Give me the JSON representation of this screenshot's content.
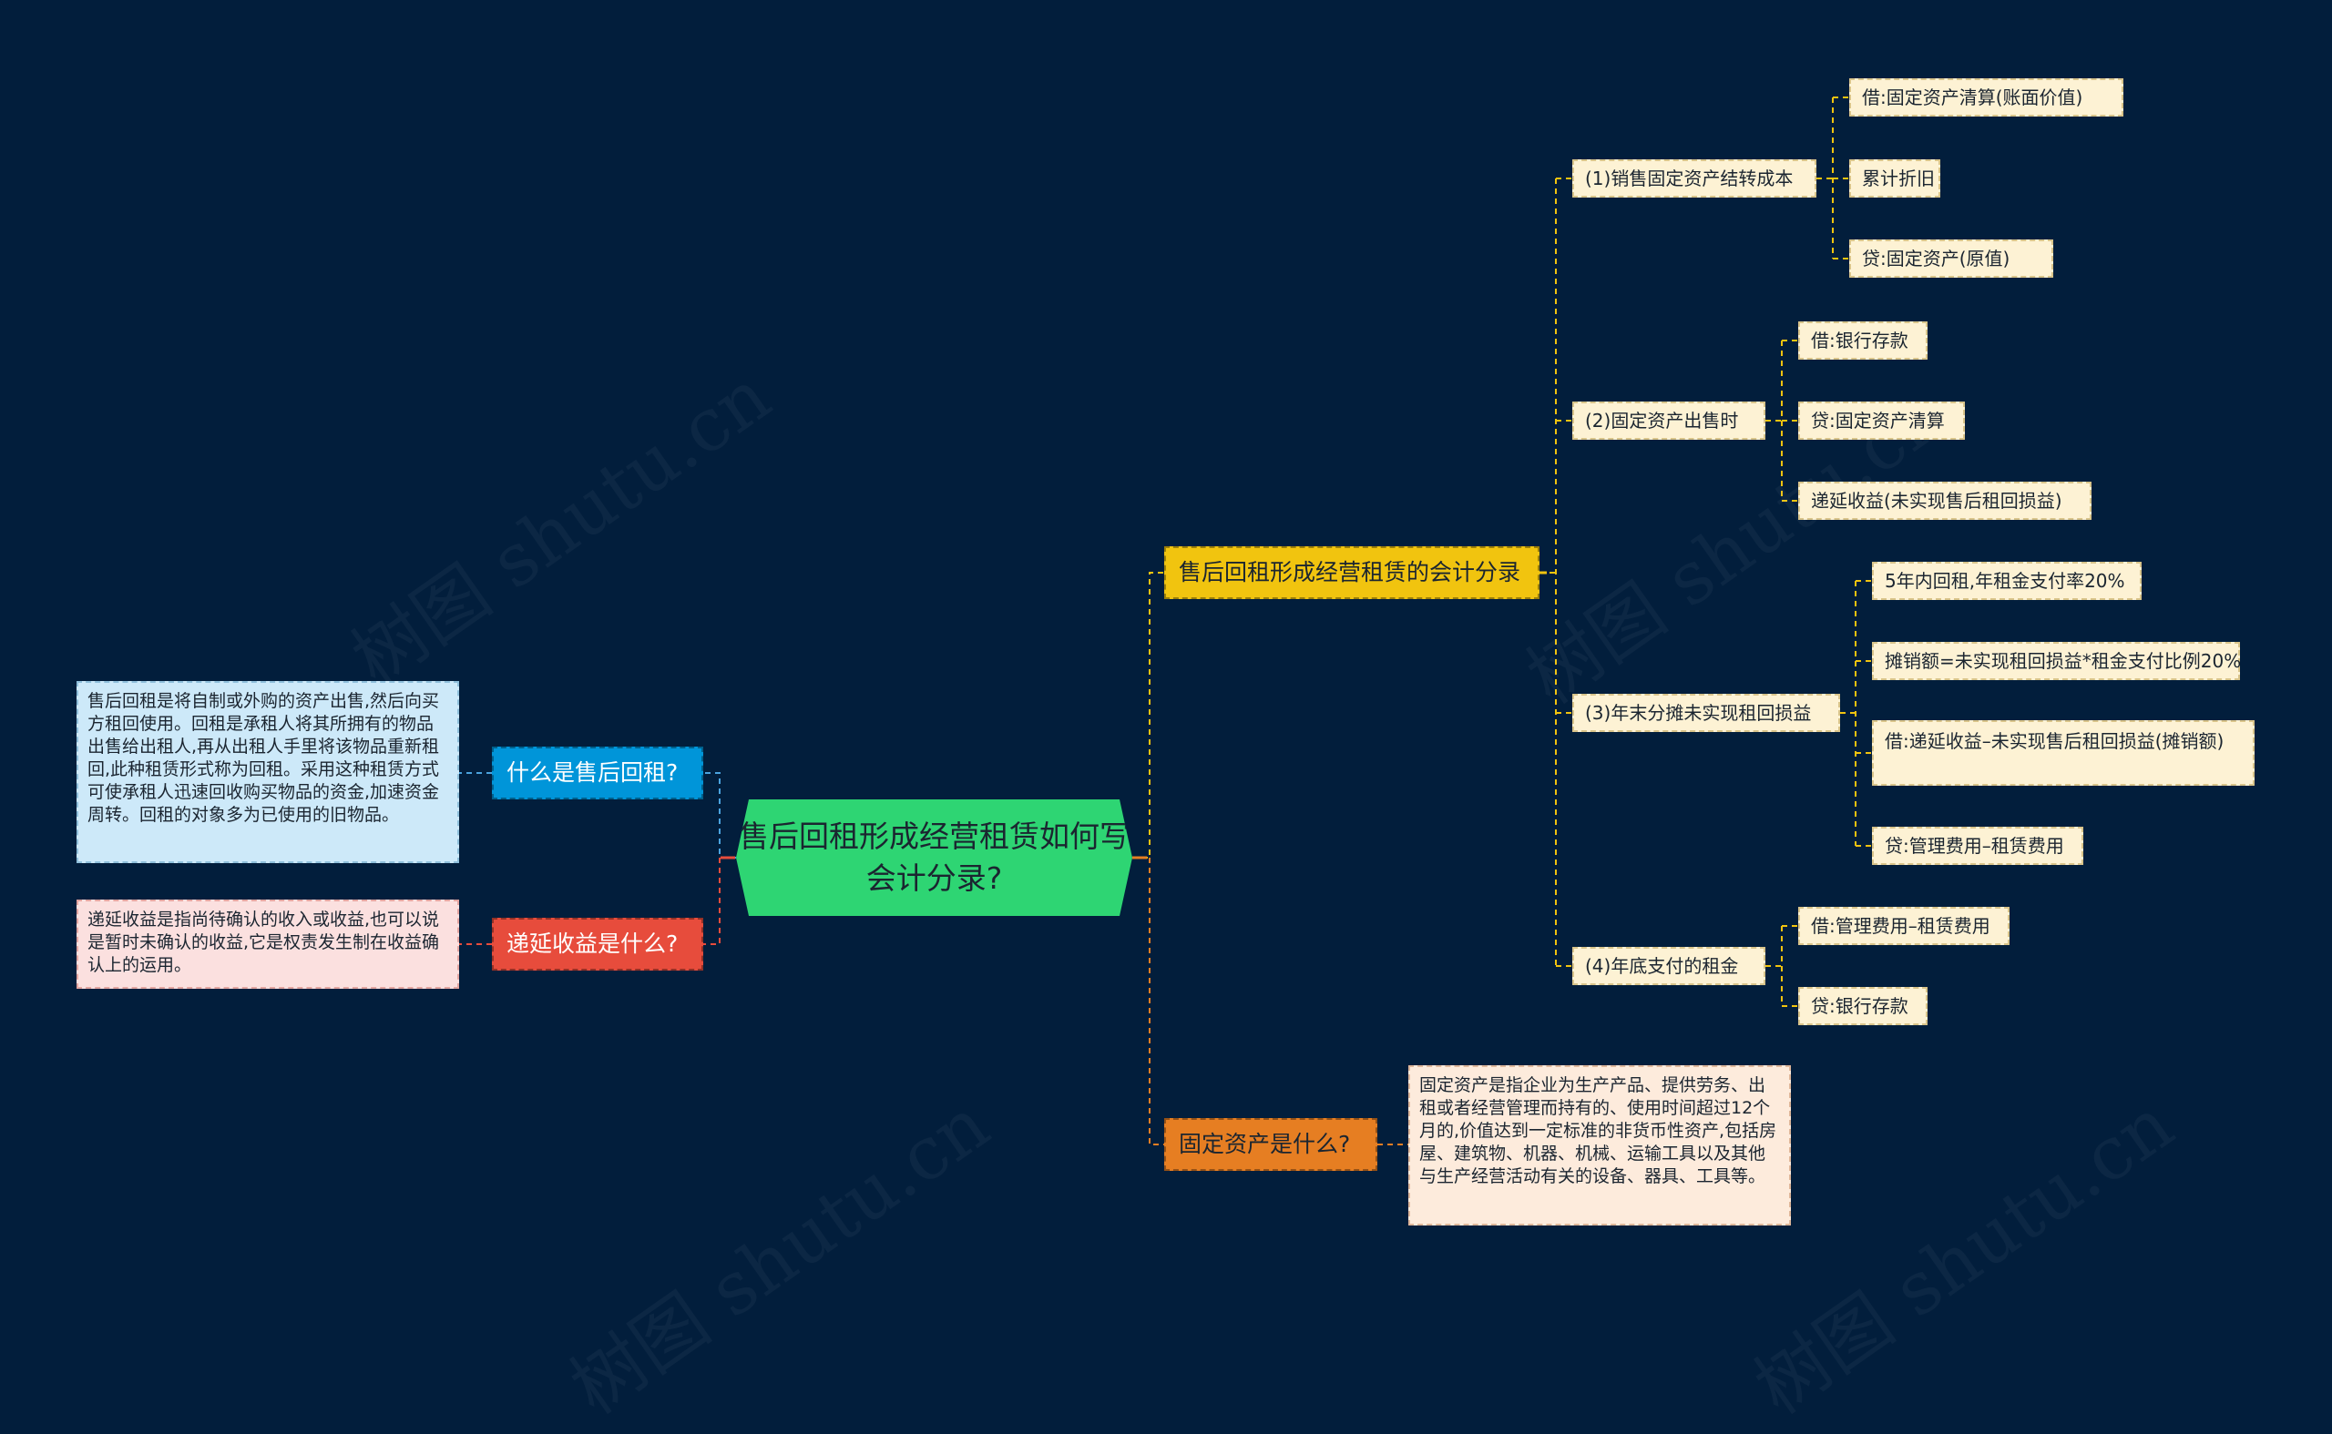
{
  "root": {
    "title": "售后回租形成经营租赁如何写会计分录?"
  },
  "watermark": "树图 shutu.cn",
  "colors": {
    "background": "#021e3c",
    "root": "#2ed573",
    "branch_yellow": "#f1c40f",
    "branch_orange": "#e67e22",
    "branch_blue": "#0095d9",
    "branch_red": "#e74c3c",
    "leaf": "#fdf2d4"
  },
  "right": {
    "entries": {
      "label": "售后回租形成经营租赁的会计分录",
      "groups": [
        {
          "label": "(1)销售固定资产结转成本",
          "items": [
            "借:固定资产清算(账面价值)",
            "累计折旧",
            "贷:固定资产(原值)"
          ]
        },
        {
          "label": "(2)固定资产出售时",
          "items": [
            "借:银行存款",
            "贷:固定资产清算",
            "递延收益(未实现售后租回损益)"
          ]
        },
        {
          "label": "(3)年末分摊未实现租回损益",
          "items": [
            "5年内回租,年租金支付率20%",
            "摊销额=未实现租回损益*租金支付比例20%",
            "借:递延收益–未实现售后租回损益(摊销额)",
            "贷:管理费用–租赁费用"
          ]
        },
        {
          "label": "(4)年底支付的租金",
          "items": [
            "借:管理费用–租赁费用",
            "贷:银行存款"
          ]
        }
      ]
    },
    "fixed_asset": {
      "label": "固定资产是什么?",
      "note": "固定资产是指企业为生产产品、提供劳务、出租或者经营管理而持有的、使用时间超过12个月的,价值达到一定标准的非货币性资产,包括房屋、建筑物、机器、机械、运输工具以及其他与生产经营活动有关的设备、器具、工具等。"
    }
  },
  "left": {
    "leaseback": {
      "label": "什么是售后回租?",
      "note": "售后回租是将自制或外购的资产出售,然后向买方租回使用。回租是承租人将其所拥有的物品出售给出租人,再从出租人手里将该物品重新租回,此种租赁形式称为回租。采用这种租赁方式可使承租人迅速回收购买物品的资金,加速资金周转。回租的对象多为已使用的旧物品。"
    },
    "deferred": {
      "label": "递延收益是什么?",
      "note": "递延收益是指尚待确认的收入或收益,也可以说是暂时未确认的收益,它是权责发生制在收益确认上的运用。"
    }
  }
}
